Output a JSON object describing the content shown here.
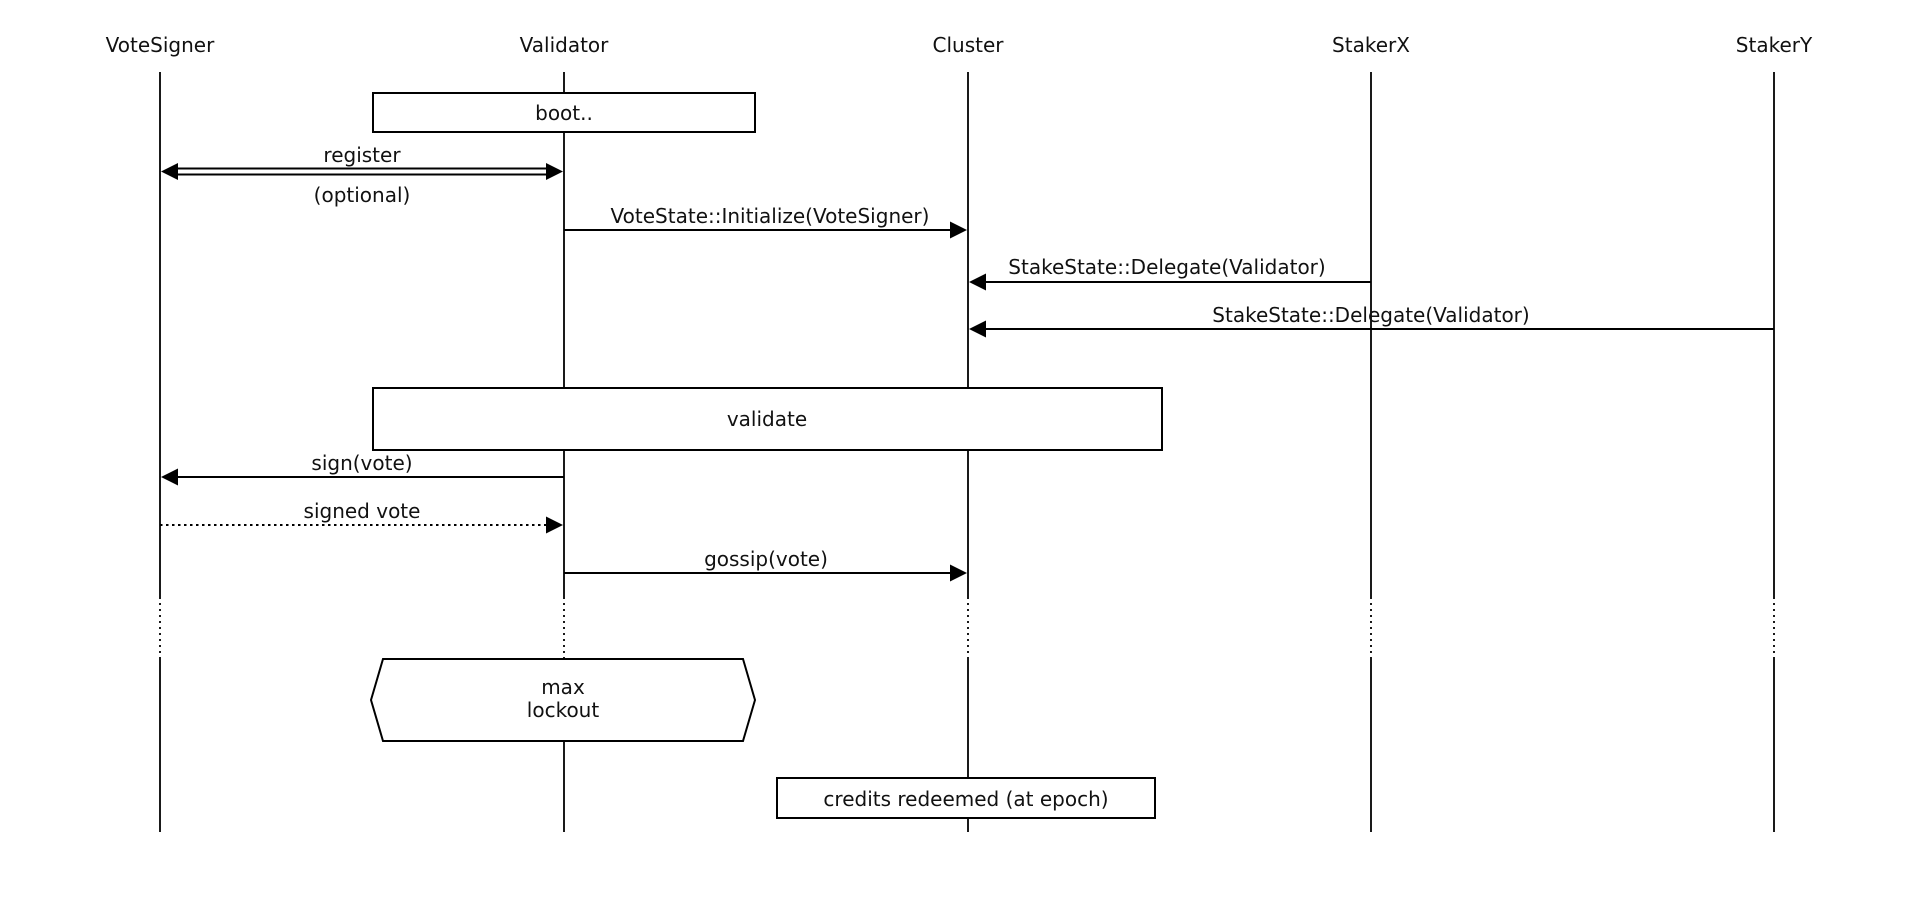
{
  "diagram": {
    "kind": "sequence-diagram",
    "colors": {
      "background": "#ffffff",
      "line": "#000000",
      "text": "#111111"
    },
    "actors": [
      {
        "name": "VoteSigner"
      },
      {
        "name": "Validator"
      },
      {
        "name": "Cluster"
      },
      {
        "name": "StakerX"
      },
      {
        "name": "StakerY"
      }
    ],
    "boxes": {
      "boot": {
        "label": "boot.."
      },
      "validate": {
        "label": "validate"
      },
      "max_lockout": {
        "line1": "max",
        "line2": "lockout"
      },
      "credits": {
        "label": "credits redeemed (at epoch)"
      }
    },
    "messages": {
      "register": {
        "label": "register",
        "note": "(optional)"
      },
      "vote_init": {
        "label": "VoteState::Initialize(VoteSigner)"
      },
      "delegate_x": {
        "label": "StakeState::Delegate(Validator)"
      },
      "delegate_y": {
        "label": "StakeState::Delegate(Validator)"
      },
      "sign": {
        "label": "sign(vote)"
      },
      "signed": {
        "label": "signed vote"
      },
      "gossip": {
        "label": "gossip(vote)"
      }
    }
  }
}
